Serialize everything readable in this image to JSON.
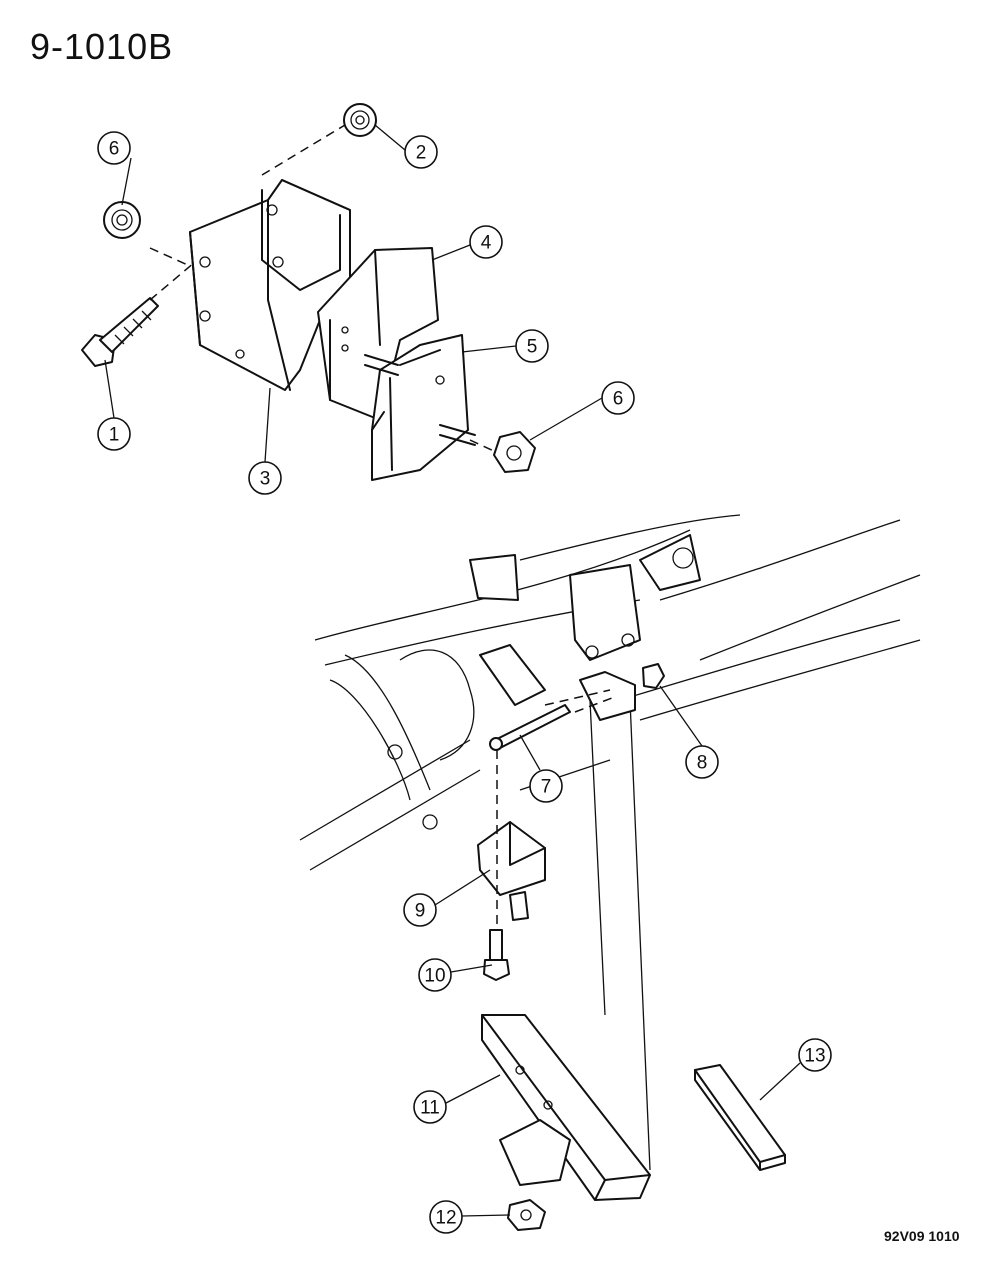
{
  "title": "9-1010B",
  "drawing_code": "92V09 1010",
  "callouts": [
    "1",
    "2",
    "3",
    "4",
    "5",
    "6",
    "6",
    "7",
    "8",
    "9",
    "10",
    "11",
    "12",
    "13"
  ]
}
